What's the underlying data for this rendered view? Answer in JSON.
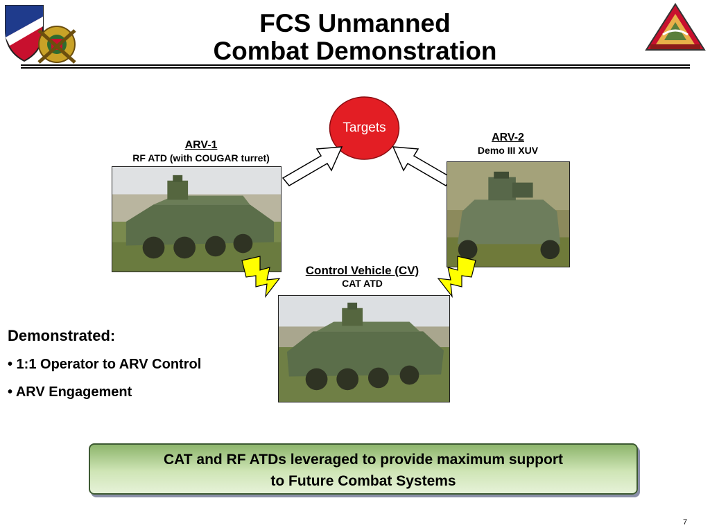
{
  "title": {
    "line1": "FCS Unmanned",
    "line2": "Combat Demonstration"
  },
  "logos": {
    "left": "army-shield-and-crossed-cannons-logo",
    "right": "triangle-crest-logo"
  },
  "targets": {
    "label": "Targets",
    "color": "#e31e24"
  },
  "arv1": {
    "name": "ARV-1",
    "sub": "RF ATD (with COUGAR turret)"
  },
  "arv2": {
    "name": "ARV-2",
    "sub": "Demo III XUV"
  },
  "cv": {
    "name": "Control Vehicle (CV)",
    "sub": "CAT ATD"
  },
  "demonstrated": {
    "heading": "Demonstrated:",
    "bullets": [
      "• 1:1 Operator to ARV Control",
      "• ARV Engagement"
    ]
  },
  "banner": {
    "line1": "CAT and RF ATDs leveraged to provide maximum support",
    "line2": "to Future Combat Systems"
  },
  "page_number": "7",
  "colors": {
    "lightning": "#ffff00",
    "vehicle_green": "#5b6e4a",
    "banner_green": "#8db56c"
  }
}
